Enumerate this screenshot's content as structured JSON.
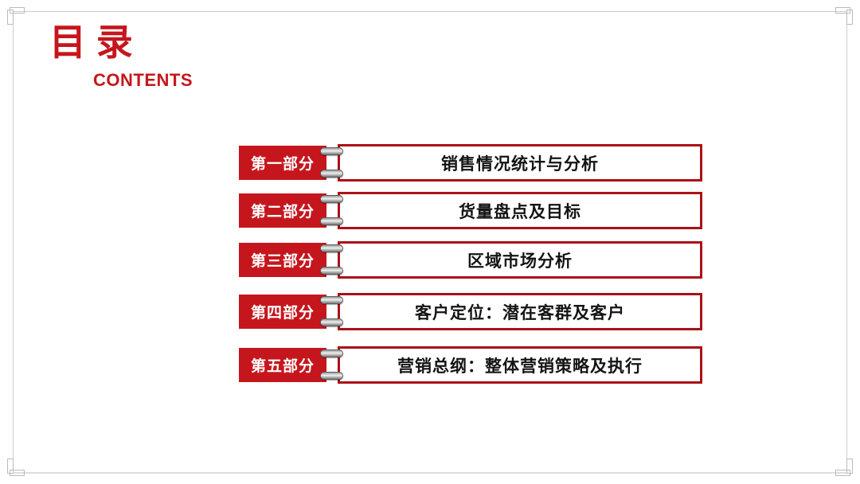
{
  "slide": {
    "header": {
      "title_cn": "目 录",
      "title_en": "CONTENTS"
    },
    "colors": {
      "accent": "#c6161d",
      "accent_dark": "#ab1117",
      "frame_gray": "#cccccc",
      "body_text": "#141414"
    },
    "icons": {
      "binder_ring": "metallic binder ring clip"
    },
    "items": [
      {
        "part": "第一部分",
        "title": "销售情况统计与分析"
      },
      {
        "part": "第二部分",
        "title": "货量盘点及目标"
      },
      {
        "part": "第三部分",
        "title": "区域市场分析"
      },
      {
        "part": "第四部分",
        "title": "客户定位：潜在客群及客户"
      },
      {
        "part": "第五部分",
        "title": "营销总纲：整体营销策略及执行"
      }
    ]
  }
}
